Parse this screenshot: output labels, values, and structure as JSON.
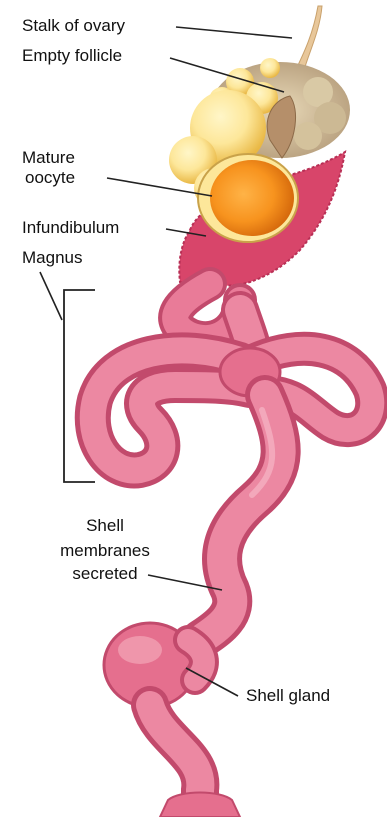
{
  "labels": {
    "stalk_of_ovary": "Stalk of ovary",
    "empty_follicle": "Empty follicle",
    "mature_oocyte_line1": "Mature",
    "mature_oocyte_line2": "oocyte",
    "infundibulum": "Infundibulum",
    "magnus": "Magnus",
    "shell_membranes_line1": "Shell",
    "shell_membranes_line2": "membranes",
    "shell_membranes_line3": "secreted",
    "shell_gland": "Shell gland"
  },
  "colors": {
    "oviduct": "#e56f8e",
    "oviduct_dark": "#c24a6c",
    "oviduct_light": "#f4a6b8",
    "yolk_light": "#fde79a",
    "yolk_mid": "#f8c24a",
    "oocyte_core": "#f7931e",
    "infundibulum": "#d8456a",
    "line": "#222222"
  }
}
